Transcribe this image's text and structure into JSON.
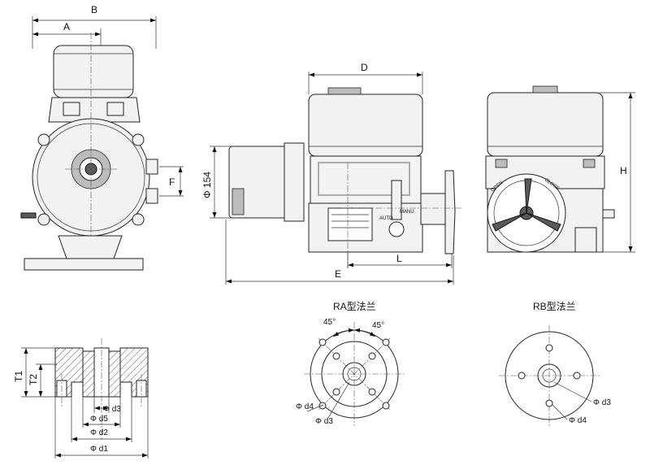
{
  "dimensions": {
    "b": "B",
    "a": "A",
    "f": "F",
    "d": "D",
    "phi154": "Φ 154",
    "h": "H",
    "l": "L",
    "e": "E",
    "t1": "T1",
    "t2": "T2",
    "d3_section": "Φ d3",
    "d5": "Φ d5",
    "d2": "Φ d2",
    "d1": "Φ d1",
    "ra_d4": "Φ d4",
    "ra_d3": "Φ d3",
    "rb_d3": "Φ d3",
    "rb_d4": "Φ d4",
    "angle1": "45°",
    "angle2": "45°"
  },
  "labels": {
    "ra_flange": "RA型法兰",
    "rb_flange": "RB型法兰",
    "auto": "AUTO",
    "manu": "MANU",
    "open": "OPEN",
    "close": "CLOSE"
  }
}
